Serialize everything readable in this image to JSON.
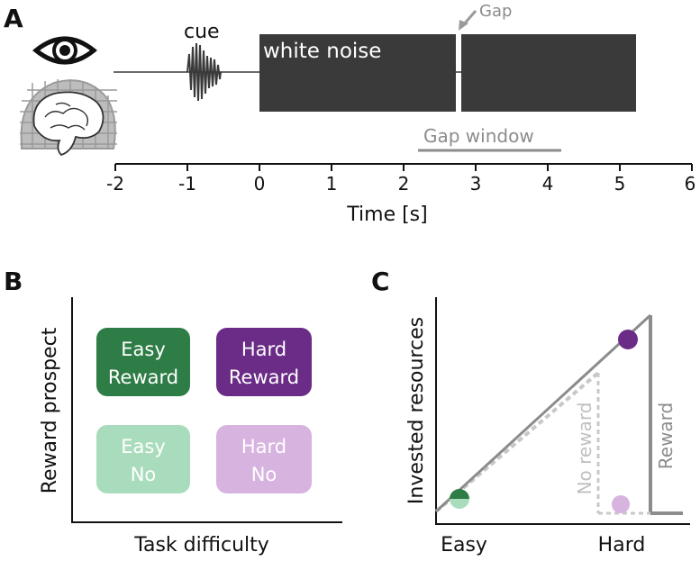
{
  "panel_a": {
    "letter": "A",
    "cue_label": "cue",
    "noise_label": "white noise",
    "gap_label": "Gap",
    "gap_window_label": "Gap window",
    "axis_label": "Time [s]",
    "ticks": [
      "-2",
      "-1",
      "0",
      "1",
      "2",
      "3",
      "4",
      "5",
      "6"
    ]
  },
  "panel_b": {
    "letter": "B",
    "ylabel": "Reward prospect",
    "xlabel": "Task difficulty",
    "boxes": {
      "easy_reward": {
        "line1": "Easy",
        "line2": "Reward",
        "color": "#2e7d46"
      },
      "hard_reward": {
        "line1": "Hard",
        "line2": "Reward",
        "color": "#6a2c86"
      },
      "easy_no": {
        "line1": "Easy",
        "line2": "No",
        "color": "#a9dcbc"
      },
      "hard_no": {
        "line1": "Hard",
        "line2": "No",
        "color": "#d7b3df"
      }
    }
  },
  "panel_c": {
    "letter": "C",
    "ylabel": "Invested resources",
    "x_easy": "Easy",
    "x_hard": "Hard",
    "no_reward_label": "No reward",
    "reward_label": "Reward"
  },
  "colors": {
    "noise": "#3a3a3a",
    "line_gray": "#8c8c8c",
    "light_gray": "#b5b5b5",
    "dark_green": "#2e7d46",
    "light_green": "#a9dcbc",
    "dark_purple": "#6a2c86",
    "light_purple": "#d7b3df"
  }
}
